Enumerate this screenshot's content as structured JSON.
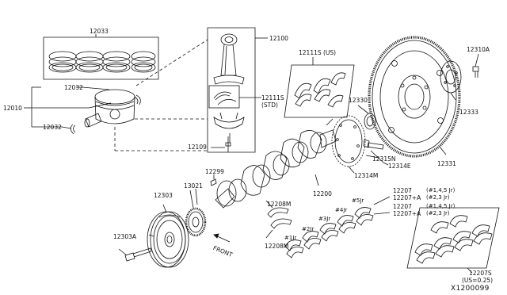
{
  "diagram": {
    "parts": {
      "p12033": "12033",
      "p12032_top": "12032",
      "p12010": "12010",
      "p12032_bot": "12032",
      "p12100": "12100",
      "p12111S_std": "12111S",
      "std": "(STD)",
      "p12109": "12109",
      "p12111S_us": "12111S (US)",
      "p12330": "12330",
      "p12310A": "12310A",
      "p12333": "12333",
      "p12315N": "12315N",
      "p12314E": "12314E",
      "p12314M": "12314M",
      "p12331": "12331",
      "p12200": "12200",
      "p12299": "12299",
      "p13021": "13021",
      "p12303": "12303",
      "p12303A": "12303A",
      "p12208M_top": "12208M",
      "p12208M_bot": "12208M",
      "front": "FRONT",
      "jr1": "#1Jr",
      "jr2": "#2Jr",
      "jr3": "#3Jr",
      "jr4": "#4Jr",
      "jr5": "#5Jr",
      "b12207_1": "12207",
      "b12207_1_note": "(#1,4,5 Jr)",
      "b12207A_1": "12207+A",
      "b12207A_1_note": "(#2,3 Jr)",
      "b12207_2": "12207",
      "b12207_2_note": "(#1,4,5 Jr)",
      "b12207A_2": "12207+A",
      "b12207A_2_note": "(#2,3 Jr)",
      "p12207S": "12207S",
      "us025": "(US=0.25)",
      "diagram_id": "X1200099"
    }
  }
}
